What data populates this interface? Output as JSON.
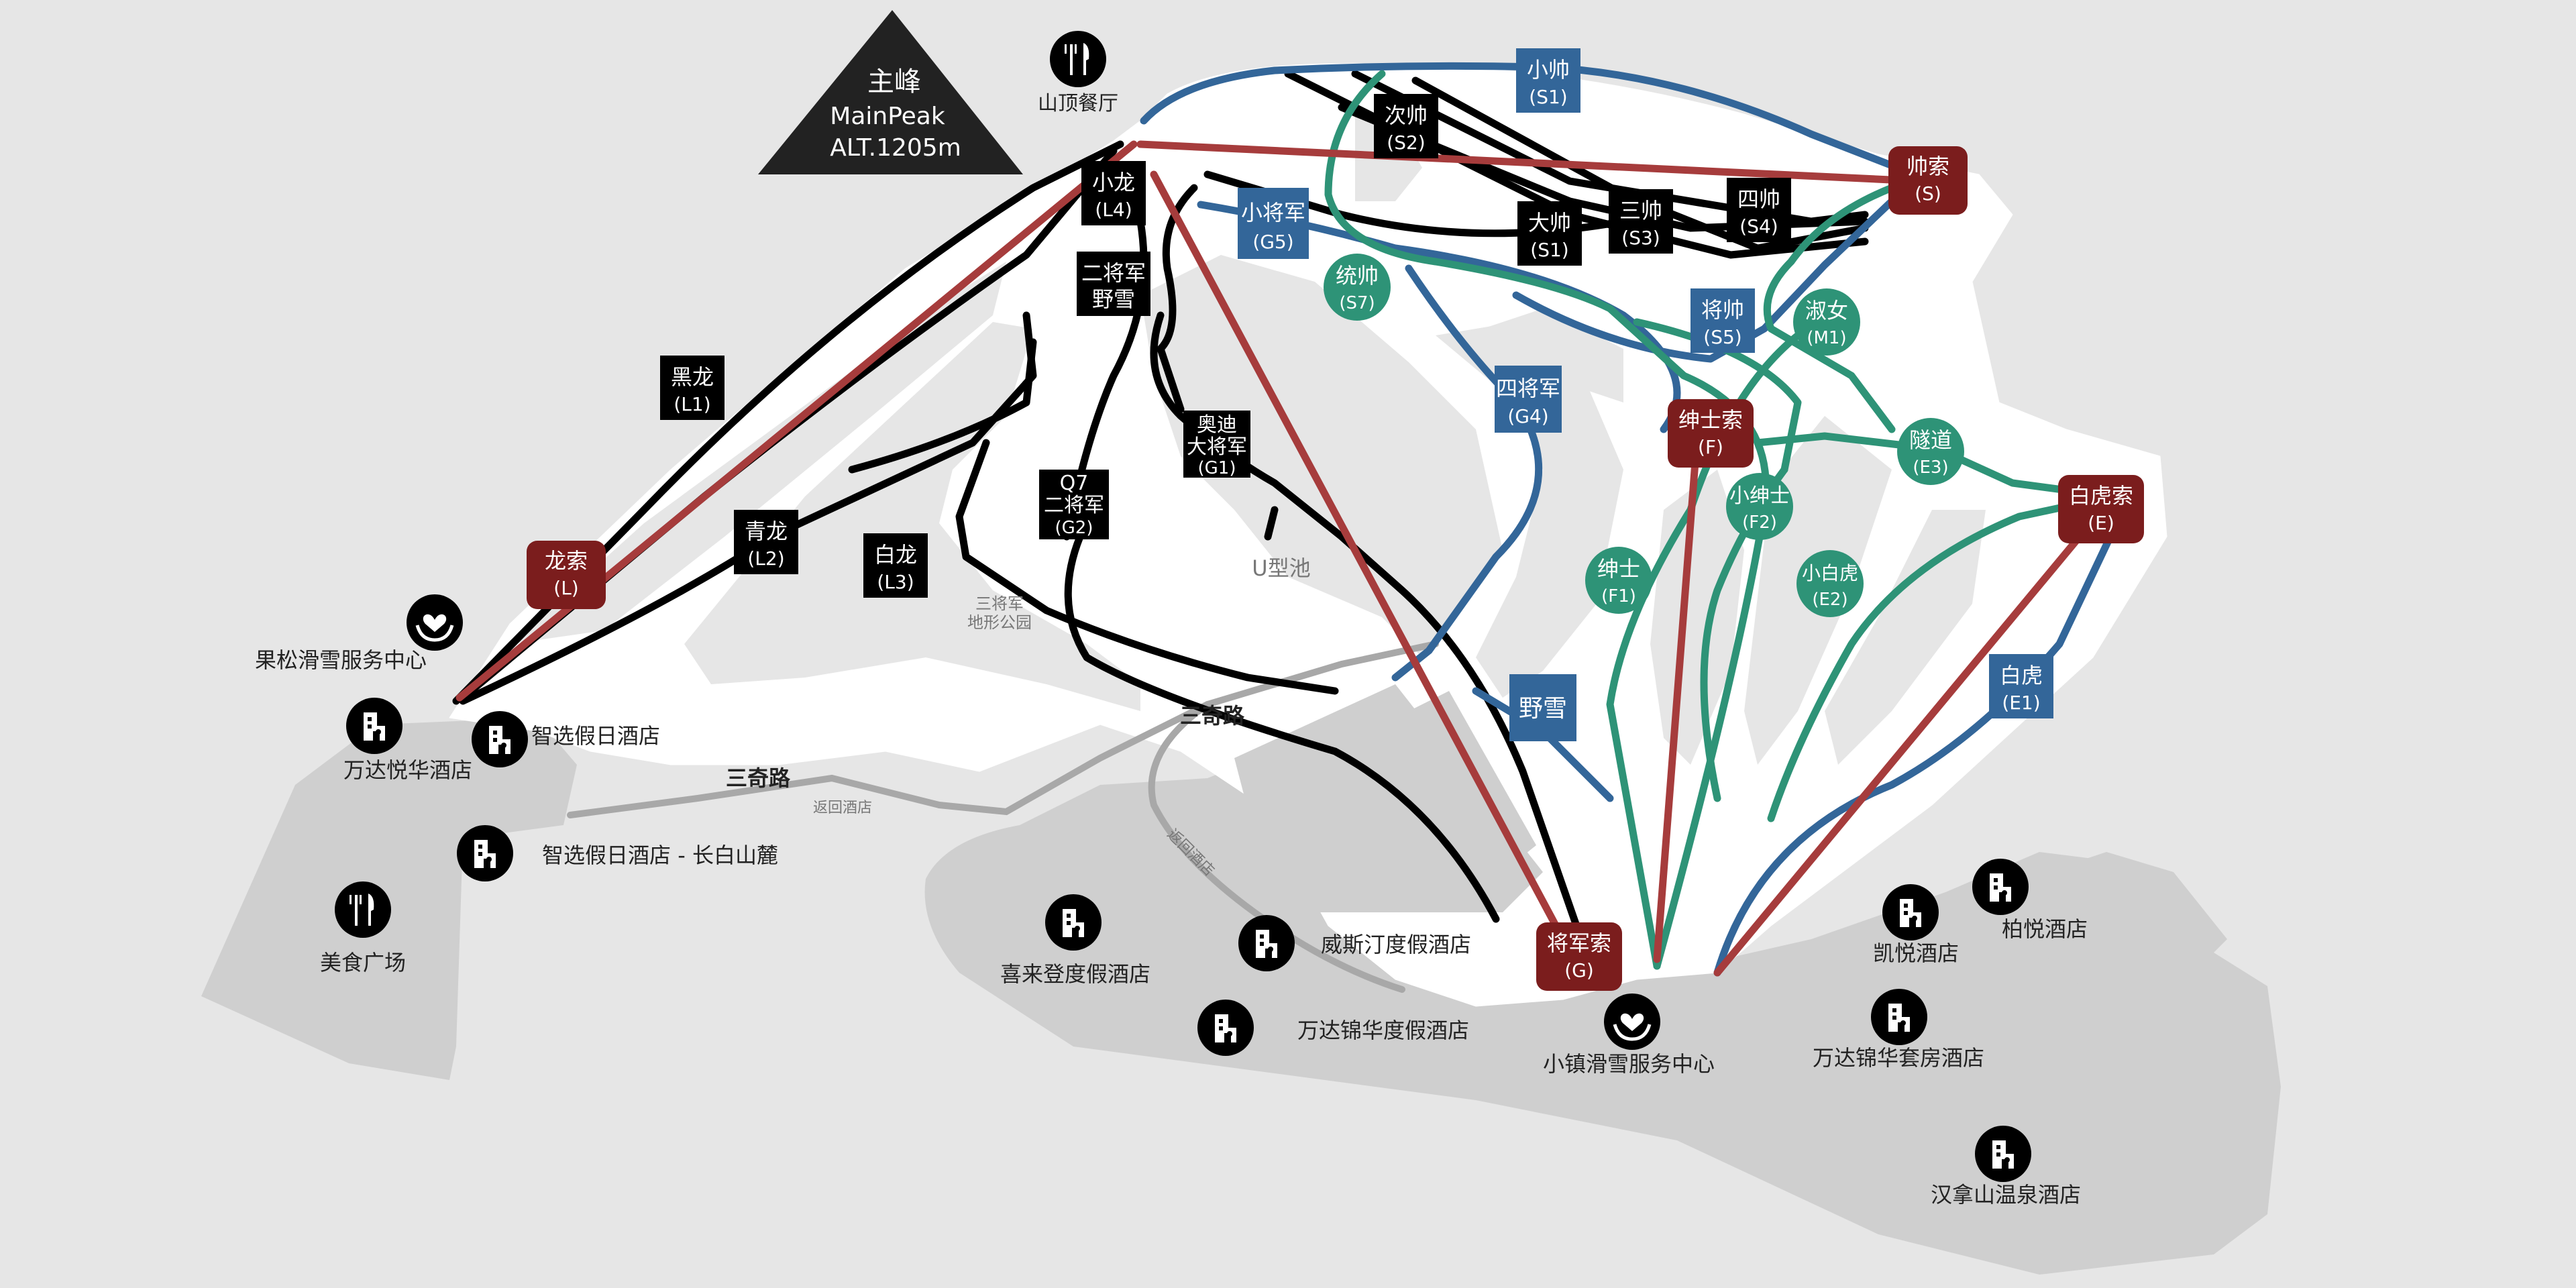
{
  "peak": {
    "name": "主峰",
    "name_en": "MainPeak",
    "altitude": "ALT.1205m"
  },
  "lifts": [
    {
      "name": "帅索",
      "code": "(S)"
    },
    {
      "name": "绅士索",
      "code": "(F)"
    },
    {
      "name": "白虎索",
      "code": "(E)"
    },
    {
      "name": "龙索",
      "code": "(L)"
    },
    {
      "name": "将军索",
      "code": "(G)"
    }
  ],
  "trails": {
    "black": [
      {
        "name": "次帅",
        "code": "(S2)"
      },
      {
        "name": "大帅",
        "code": "(S1)"
      },
      {
        "name": "三帅",
        "code": "(S3)"
      },
      {
        "name": "四帅",
        "code": "(S4)"
      },
      {
        "name": "小龙",
        "code": "(L4)"
      },
      {
        "name": "二将军",
        "code": "野雪"
      },
      {
        "name": "黑龙",
        "code": "(L1)"
      },
      {
        "name": "青龙",
        "code": "(L2)"
      },
      {
        "name": "白龙",
        "code": "(L3)"
      },
      {
        "name": "奥迪",
        "code": "大将军",
        "code2": "(G1)"
      },
      {
        "name": "Q7",
        "code": "二将军",
        "code2": "(G2)"
      }
    ],
    "blue": [
      {
        "name": "小帅",
        "code": "(S1)"
      },
      {
        "name": "小将军",
        "code": "(G5)"
      },
      {
        "name": "将帅",
        "code": "(S5)"
      },
      {
        "name": "四将军",
        "code": "(G4)"
      },
      {
        "name": "野雪",
        "code": ""
      },
      {
        "name": "白虎",
        "code": "(E1)"
      }
    ],
    "green": [
      {
        "name": "统帅",
        "code": "(S7)"
      },
      {
        "name": "淑女",
        "code": "(M1)"
      },
      {
        "name": "隧道",
        "code": "(E3)"
      },
      {
        "name": "小绅士",
        "code": "(F2)"
      },
      {
        "name": "绅士",
        "code": "(F1)"
      },
      {
        "name": "小白虎",
        "code": "(E2)"
      }
    ]
  },
  "places": {
    "restaurant_top": "山顶餐厅",
    "service_guosong": "果松滑雪服务中心",
    "hotel_wanda_yuehua": "万达悦华酒店",
    "hotel_zhixuan": "智选假日酒店",
    "hotel_zhixuan_changbai": "智选假日酒店 - 长白山麓",
    "food_court": "美食广场",
    "hotel_sheraton": "喜来登度假酒店",
    "hotel_westin": "威斯汀度假酒店",
    "hotel_wanda_jinhua": "万达锦华度假酒店",
    "service_town": "小镇滑雪服务中心",
    "hotel_hyatt": "凯悦酒店",
    "hotel_park_hyatt": "柏悦酒店",
    "hotel_wanda_suite": "万达锦华套房酒店",
    "hotel_hanna": "汉拿山温泉酒店",
    "terrain_park_1": "三将军",
    "terrain_park_2": "地形公园",
    "halfpipe": "U型池"
  },
  "roads": {
    "sanqi_1": "三奇路",
    "sanqi_2": "三奇路",
    "return_1": "返回酒店",
    "return_2": "返回酒店"
  },
  "colors": {
    "background": "#e6e6e6",
    "snow": "#ffffff",
    "village": "#cfcfcf",
    "black_trail": "#000000",
    "blue_trail": "#336699",
    "green_trail": "#2e9377",
    "lift_line": "#a63c3c",
    "lift_label": "#7b1d1d",
    "road": "#a8a8a8"
  }
}
